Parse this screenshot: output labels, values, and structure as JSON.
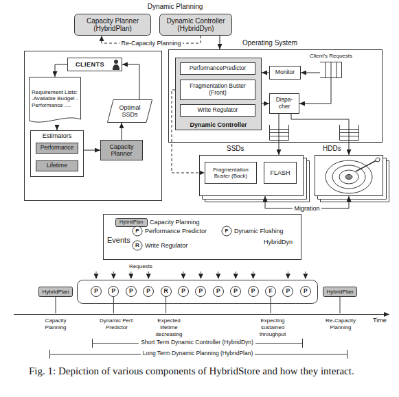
{
  "diagram": {
    "caption": "Fig. 1: Depiction of various components of HybridStore and how they interact.",
    "nodes": [
      {
        "text": [
          "Capacity Planner (HybridPlan)"
        ]
      },
      {
        "text": [
          "Dynamic Controller (HybridDyn)"
        ]
      },
      {
        "text": [
          "CLIENTS"
        ]
      },
      {
        "text": [
          "Requirement Lists: -Available Budget -Performance ...."
        ]
      },
      {
        "text": [
          "Optimal SSDs"
        ]
      },
      {
        "text": [
          "Estimators"
        ]
      },
      {
        "text": [
          "Performance"
        ],
        "in": 5
      },
      {
        "text": [
          "Lifetime"
        ],
        "in": 5
      },
      {
        "text": [
          "Capacity Planner"
        ]
      },
      {
        "text": [
          "Operating System"
        ]
      },
      {
        "text": [
          "Client's Requests"
        ],
        "in": 9
      },
      {
        "text": [
          "Dynamic Controller"
        ],
        "in": 9
      },
      {
        "text": [
          "PerformancePredictor"
        ],
        "in": 11
      },
      {
        "text": [
          "Fragmentation Buster (Front)"
        ],
        "in": 11
      },
      {
        "text": [
          "Write Regulator"
        ],
        "in": 11
      },
      {
        "text": [
          "Monitor"
        ],
        "in": 9
      },
      {
        "text": [
          "Dispa- cher"
        ],
        "in": 9
      },
      {
        "text": [
          "SSDs"
        ]
      },
      {
        "text": [
          "Fragmentation Buster (Back)"
        ],
        "in": 17
      },
      {
        "text": [
          "FLASH"
        ],
        "in": 17
      },
      {
        "text": [
          "HDDs"
        ]
      },
      {
        "text": [
          "HybridPlan"
        ]
      },
      {
        "text": [
          "P"
        ]
      },
      {
        "text": [
          "P"
        ]
      },
      {
        "text": [
          "P"
        ]
      },
      {
        "text": [
          "P"
        ]
      },
      {
        "text": [
          "R"
        ]
      },
      {
        "text": [
          "P"
        ]
      },
      {
        "text": [
          "P"
        ]
      },
      {
        "text": [
          "P"
        ]
      },
      {
        "text": [
          "P"
        ]
      },
      {
        "text": [
          "P"
        ]
      },
      {
        "text": [
          "F"
        ]
      },
      {
        "text": [
          "P"
        ]
      },
      {
        "text": [
          "P"
        ]
      },
      {
        "text": [
          "HybridPlan"
        ]
      }
    ],
    "edges": [
      {
        "from": 1,
        "to": 0,
        "arrow": "to",
        "label": "Re-Capacity Planning"
      },
      {
        "from": 1,
        "to": 9,
        "arrow": "to"
      },
      {
        "from": 2,
        "to": 3,
        "arrow": "to"
      },
      {
        "from": 3,
        "to": 5,
        "arrow": "to"
      },
      {
        "from": 5,
        "to": 8,
        "arrow": "to"
      },
      {
        "from": 8,
        "to": 4,
        "arrow": "to"
      },
      {
        "from": 4,
        "to": 2,
        "arrow": "to"
      },
      {
        "from": 10,
        "to": 15,
        "arrow": "to"
      },
      {
        "from": 10,
        "to": 16,
        "arrow": "to"
      },
      {
        "from": 15,
        "to": 11,
        "arrow": "to"
      },
      {
        "from": 11,
        "to": 16,
        "arrow": "to"
      },
      {
        "from": 16,
        "to": 17,
        "arrow": "to"
      },
      {
        "from": 16,
        "to": 20,
        "arrow": "to"
      },
      {
        "from": 13,
        "to": 18,
        "arrow": "to"
      },
      {
        "from": 17,
        "to": 20,
        "arrow": "both",
        "label": "Migration"
      }
    ],
    "labels": [
      "Dynamic Planning",
      "HybridPlan",
      "Events",
      "P",
      "R",
      "F",
      "HybridDyn",
      "Requests",
      "Capacity Planning",
      "Dynamic Perf. Predictor",
      "Expected lifetime decreasing",
      "Expecting sustained throughput",
      "Re-Capacity Planning",
      "Time",
      "Short Term Dynamic Controller (HybridDyn)",
      "Long Term Dynamic Planning (HybridPlan)"
    ],
    "legend": [
      {
        "text": "Capacity Planning"
      },
      {
        "text": "Performance Predictor"
      },
      {
        "text": "Write Regulator"
      },
      {
        "text": "Dynamic Flushing"
      }
    ]
  }
}
